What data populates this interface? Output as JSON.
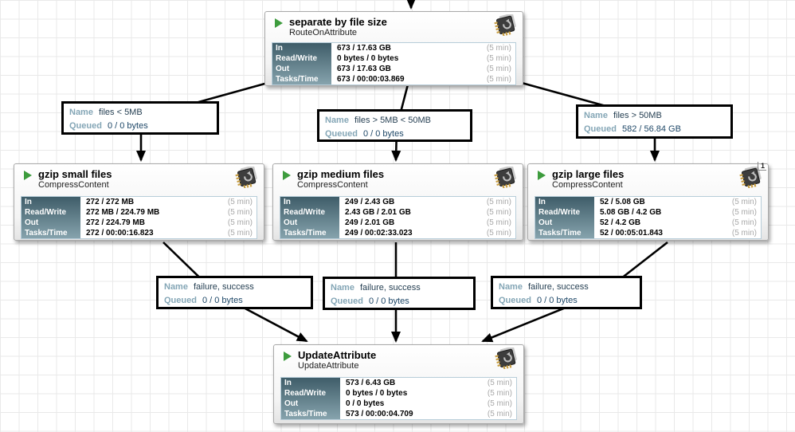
{
  "stat_keys": [
    "In",
    "Read/Write",
    "Out",
    "Tasks/Time"
  ],
  "window": "(5 min)",
  "conn_keys": {
    "name": "Name",
    "queued": "Queued"
  },
  "colors": {
    "accent_run": "#3d9c3d",
    "stats_header_top": "#3f5d69",
    "stats_header_bottom": "#86a3ad",
    "connection_key": "#84a6b6",
    "grid": "#e9e9e9"
  },
  "processors": [
    {
      "title": "separate by file size",
      "type": "RouteOnAttribute",
      "stats": {
        "in": "673 / 17.63 GB",
        "read_write": "0 bytes / 0 bytes",
        "out": "673 / 17.63 GB",
        "tasks_time": "673 / 00:00:03.869"
      }
    },
    {
      "title": "gzip small files",
      "type": "CompressContent",
      "stats": {
        "in": "272 / 272 MB",
        "read_write": "272 MB / 224.79 MB",
        "out": "272 / 224.79 MB",
        "tasks_time": "272 / 00:00:16.823"
      }
    },
    {
      "title": "gzip medium files",
      "type": "CompressContent",
      "stats": {
        "in": "249 / 2.43 GB",
        "read_write": "2.43 GB / 2.01 GB",
        "out": "249 / 2.01 GB",
        "tasks_time": "249 / 00:02:33.023"
      }
    },
    {
      "title": "gzip large files",
      "type": "CompressContent",
      "active_threads": "1",
      "stats": {
        "in": "52 / 5.08 GB",
        "read_write": "5.08 GB / 4.2 GB",
        "out": "52 / 4.2 GB",
        "tasks_time": "52 / 00:05:01.843"
      }
    },
    {
      "title": "UpdateAttribute",
      "type": "UpdateAttribute",
      "stats": {
        "in": "573 / 6.43 GB",
        "read_write": "0 bytes / 0 bytes",
        "out": "0 / 0 bytes",
        "tasks_time": "573 / 00:00:04.709"
      }
    }
  ],
  "connections": [
    {
      "name": "files < 5MB",
      "queued": "0 / 0 bytes"
    },
    {
      "name": "files > 5MB < 50MB",
      "queued": "0 / 0 bytes"
    },
    {
      "name": "files > 50MB",
      "queued": "582 / 56.84 GB"
    },
    {
      "name": "failure, success",
      "queued": "0 / 0 bytes"
    },
    {
      "name": "failure, success",
      "queued": "0 / 0 bytes"
    },
    {
      "name": "failure, success",
      "queued": "0 / 0 bytes"
    }
  ]
}
